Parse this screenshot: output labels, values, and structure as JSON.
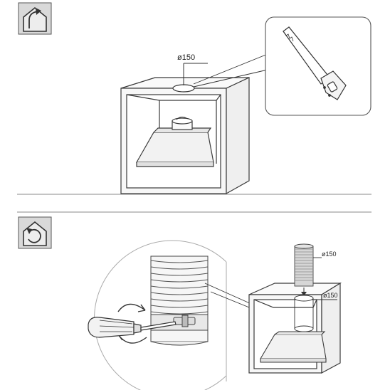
{
  "sections": [
    {
      "mode_icon": "exhaust-out-mode-icon",
      "cutout_label": "ø150",
      "inset_tool": "handsaw-icon"
    },
    {
      "mode_icon": "recirculation-mode-icon",
      "duct_label": "ø150",
      "cutout_label": "ø150",
      "inset_tool": "screwdriver-icon"
    }
  ],
  "colors": {
    "line": "#3a3a3a",
    "icon_fill": "#d9d9d9",
    "divider": "#888888"
  }
}
